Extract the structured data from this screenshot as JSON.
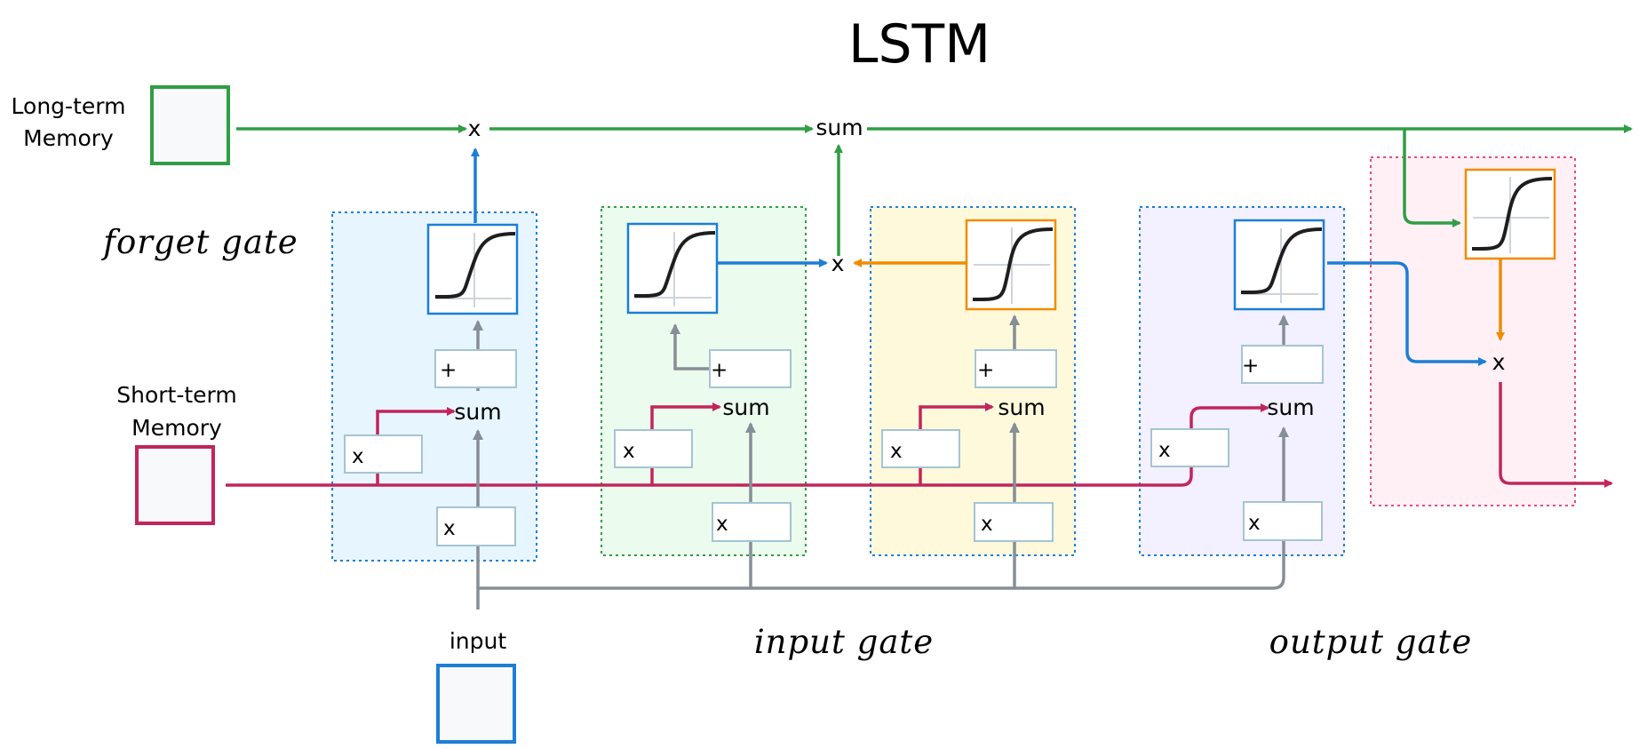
{
  "title": "LSTM",
  "labels": {
    "long_term_line1": "Long-term",
    "long_term_line2": "Memory",
    "short_term_line1": "Short-term",
    "short_term_line2": "Memory",
    "input": "input",
    "forget_gate": "forget gate",
    "input_gate": "input gate",
    "output_gate": "output gate"
  },
  "ops": {
    "mult": "x",
    "sum": "sum",
    "plus": "+"
  },
  "colors": {
    "green": "#2f9e44",
    "magenta": "#c2255c",
    "blue": "#1c7ed6",
    "orange": "#f08c00",
    "gray": "#868e96",
    "forget_bg": "#e7f5ff",
    "input_bg": "#ebfbee",
    "cand_bg": "#fff9db",
    "output_bg": "#f3f0ff",
    "tanh_bg": "#fff0f6"
  }
}
